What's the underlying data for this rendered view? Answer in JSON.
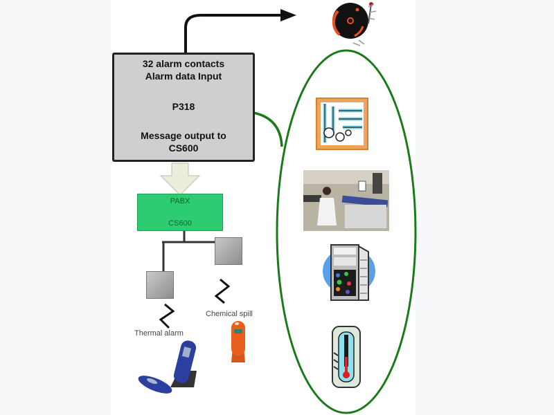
{
  "diagram": {
    "controller": {
      "line1": "32 alarm contacts",
      "line2": "Alarm data Input",
      "model": "P318",
      "line4": "Message output to",
      "line5": "CS600"
    },
    "pabx": {
      "label": "PABX",
      "model": "CS600"
    },
    "handsets": [
      {
        "label": "Thermal alarm",
        "color": "#2a3f9e"
      },
      {
        "label": "Chemical spill",
        "color": "#e8601c"
      }
    ],
    "alarm_sources": [
      {
        "name": "piping-system"
      },
      {
        "name": "laboratory-worker"
      },
      {
        "name": "refrigerator"
      },
      {
        "name": "thermometer"
      }
    ],
    "output_device": "alarm-bell",
    "colors": {
      "controller_fill": "#cfcfcf",
      "pabx_fill": "#2ecc71",
      "ellipse_stroke": "#1a7a1a",
      "input_arrow": "#1a7a1a",
      "down_arrow_fill": "#e9efdc"
    }
  }
}
